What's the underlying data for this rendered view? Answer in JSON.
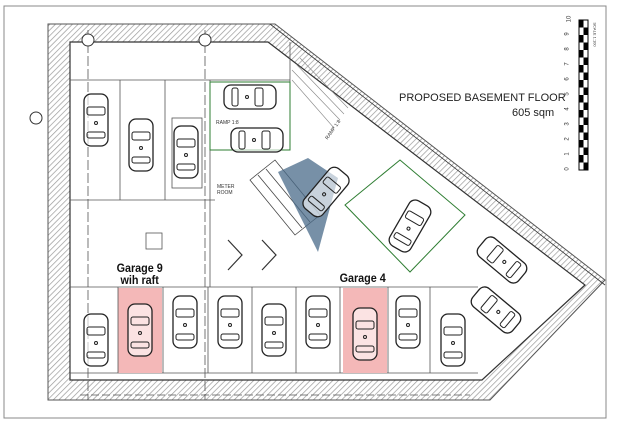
{
  "drawing": {
    "title": "PROPOSED BASEMENT FLOOR",
    "area": "605 sqm",
    "ramp_label_1": "RAMP 1:8",
    "ramp_label_2": "RAMP 1:8",
    "meter_room": [
      "METER",
      "ROOM"
    ],
    "garages": [
      {
        "label_line1": "Garage 9",
        "label_line2": "wih raft",
        "highlight": "#f4b8b8"
      },
      {
        "label_line1": "Garage 4",
        "highlight": "#f4b8b8"
      }
    ]
  },
  "scale_bar": {
    "ticks": [
      "0",
      "1",
      "2",
      "3",
      "4",
      "5",
      "6",
      "7",
      "8",
      "9",
      "10"
    ],
    "caption": "SCALE 1:100"
  },
  "colors": {
    "wall_hatch": "#9a9a9a",
    "green_outline": "#2e7d32",
    "highlight": "#f4b8b8",
    "swept_path": "#4a6b8a"
  }
}
